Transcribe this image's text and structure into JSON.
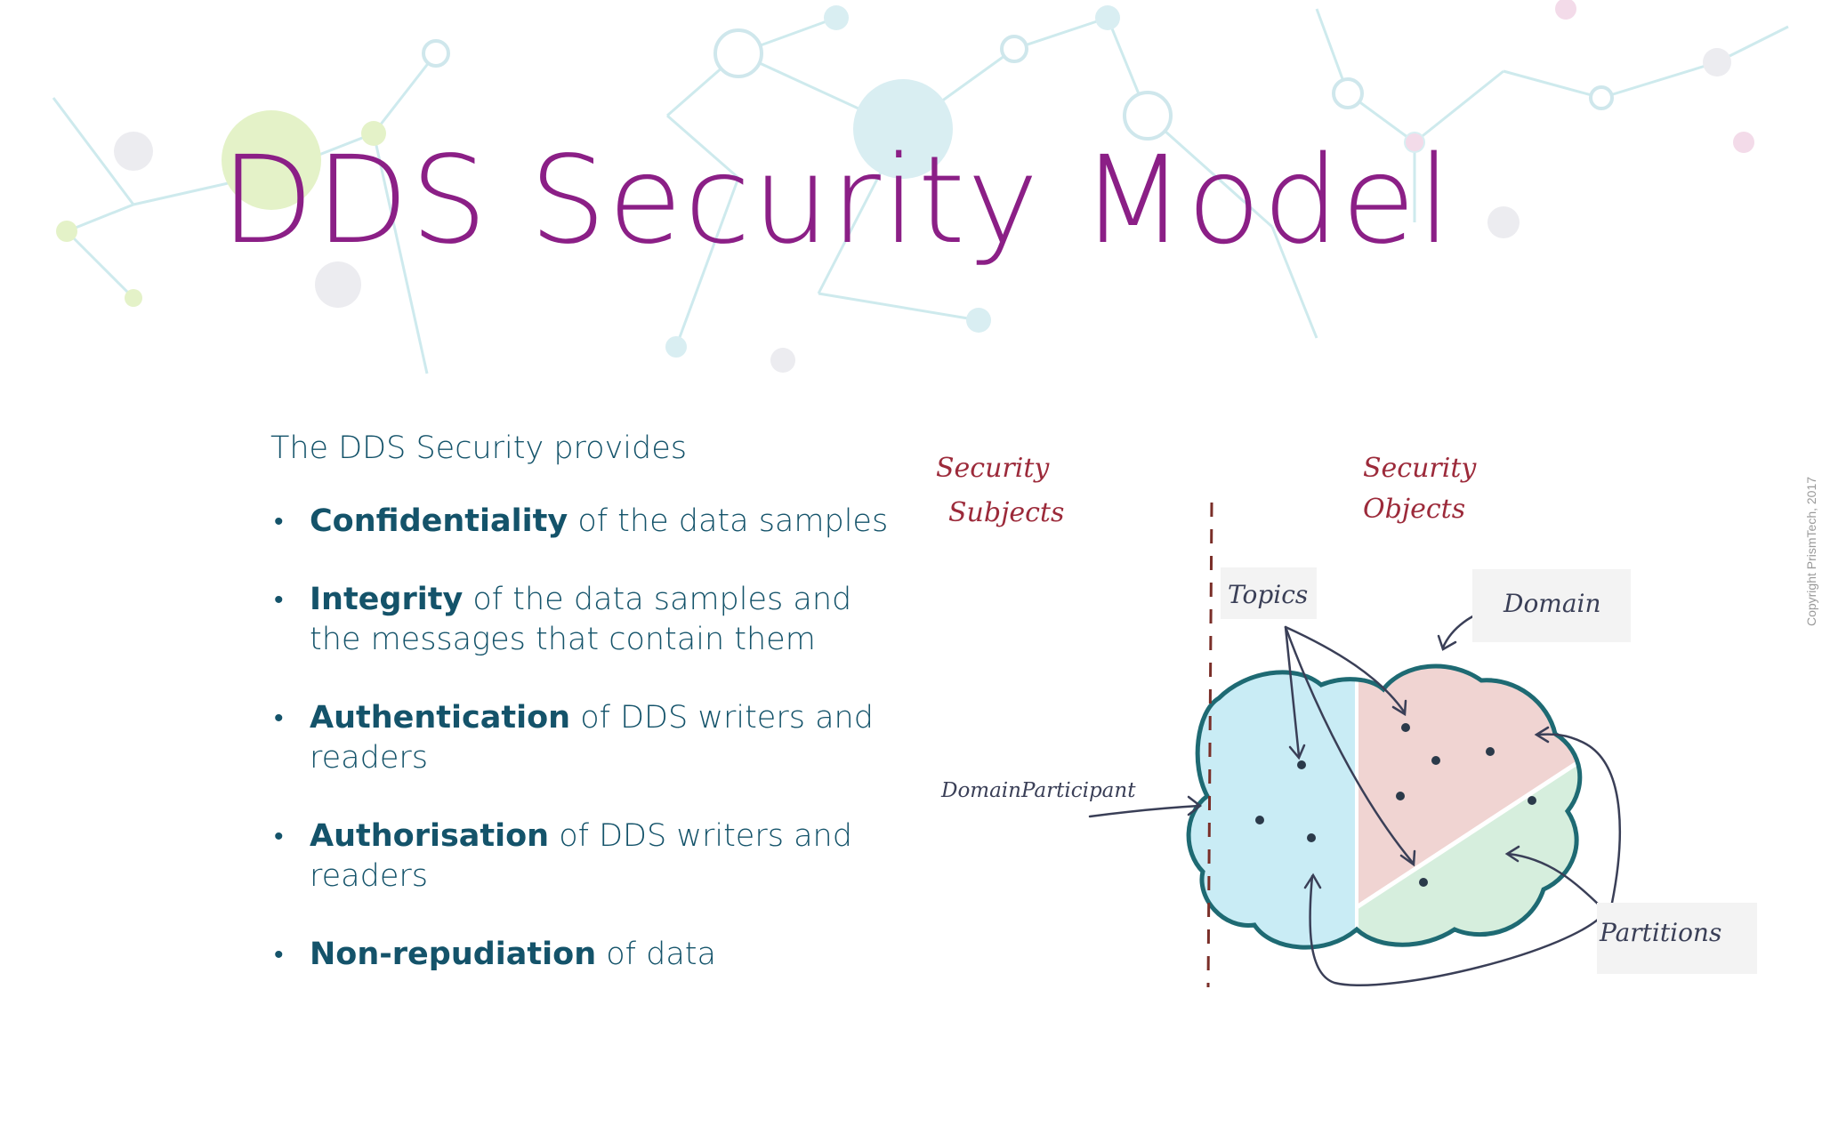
{
  "slide": {
    "title": "DDS Security Model",
    "intro": "The DDS Security provides",
    "bullets": [
      {
        "bold": "Confidentiality",
        "rest": " of the data samples"
      },
      {
        "bold": "Integrity",
        "rest": " of the data samples and the messages that contain them"
      },
      {
        "bold": "Authentication",
        "rest": " of DDS writers and readers"
      },
      {
        "bold": "Authorisation",
        "rest": " of DDS writers and readers"
      },
      {
        "bold": "Non-repudiation",
        "rest": " of data"
      }
    ],
    "bullet_symbol": "•",
    "copyright": "Copyright PrismTech, 2017"
  },
  "diagram": {
    "security_subjects": [
      "Security",
      "Subjects"
    ],
    "security_objects": [
      "Security",
      "Objects"
    ],
    "topics": "Topics",
    "domain": "Domain",
    "domain_participant": "DomainParticipant",
    "partitions": "Partitions"
  },
  "colors": {
    "title": "#8b1f86",
    "body_text": "#14536a",
    "handwriting_red": "#9c2a3a",
    "cloud_outline": "#1e6a73",
    "region_blue": "#c9ecf5",
    "region_pink": "#f0d4d2",
    "region_green": "#d6eedd"
  }
}
